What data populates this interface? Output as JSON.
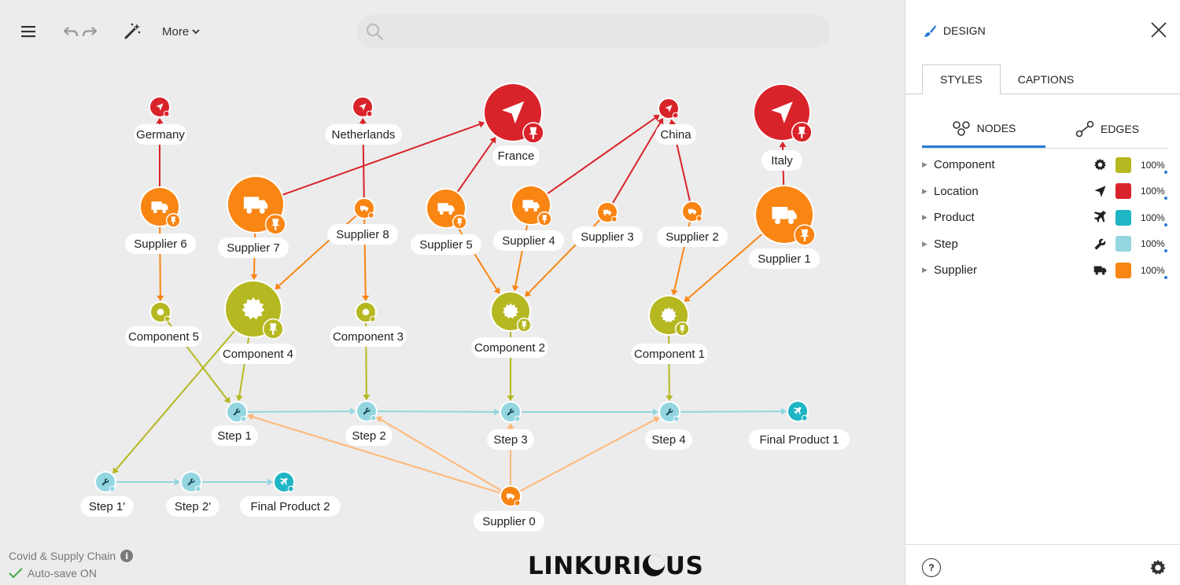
{
  "toolbar": {
    "more_label": "More",
    "search_placeholder": ""
  },
  "footer": {
    "project_name": "Covid & Supply Chain",
    "autosave": "Auto-save ON",
    "logo_a": "LINKURI",
    "logo_b": "US"
  },
  "panel": {
    "title": "DESIGN",
    "tabs": [
      {
        "label": "STYLES"
      },
      {
        "label": "CAPTIONS"
      }
    ],
    "subtabs": [
      {
        "label": "NODES"
      },
      {
        "label": "EDGES"
      }
    ],
    "categories": [
      {
        "name": "Component",
        "icon": "gear-icon",
        "color": "#b5b821",
        "percent": "100%"
      },
      {
        "name": "Location",
        "icon": "location-arrow-icon",
        "color": "#d9232a",
        "percent": "100%"
      },
      {
        "name": "Product",
        "icon": "airplane-icon",
        "color": "#1fb5c4",
        "percent": "100%"
      },
      {
        "name": "Step",
        "icon": "wrench-icon",
        "color": "#93d6e0",
        "percent": "100%"
      },
      {
        "name": "Supplier",
        "icon": "truck-icon",
        "color": "#f98513",
        "percent": "100%"
      }
    ]
  },
  "graph": {
    "colors": {
      "Component": "#b5b821",
      "Location": "#d9232a",
      "Product": "#1fb5c4",
      "Step": "#93d6e0",
      "Supplier": "#f98513"
    },
    "nodes": [
      {
        "id": "germany",
        "label": "Germany",
        "type": "Location"
      },
      {
        "id": "netherlands",
        "label": "Netherlands",
        "type": "Location"
      },
      {
        "id": "france",
        "label": "France",
        "type": "Location"
      },
      {
        "id": "china",
        "label": "China",
        "type": "Location"
      },
      {
        "id": "italy",
        "label": "Italy",
        "type": "Location"
      },
      {
        "id": "s6",
        "label": "Supplier 6",
        "type": "Supplier"
      },
      {
        "id": "s7",
        "label": "Supplier 7",
        "type": "Supplier"
      },
      {
        "id": "s8",
        "label": "Supplier 8",
        "type": "Supplier"
      },
      {
        "id": "s5",
        "label": "Supplier 5",
        "type": "Supplier"
      },
      {
        "id": "s4",
        "label": "Supplier 4",
        "type": "Supplier"
      },
      {
        "id": "s3",
        "label": "Supplier 3",
        "type": "Supplier"
      },
      {
        "id": "s2",
        "label": "Supplier 2",
        "type": "Supplier"
      },
      {
        "id": "s1",
        "label": "Supplier 1",
        "type": "Supplier"
      },
      {
        "id": "c5",
        "label": "Component 5",
        "type": "Component"
      },
      {
        "id": "c4",
        "label": "Component 4",
        "type": "Component"
      },
      {
        "id": "c3",
        "label": "Component 3",
        "type": "Component"
      },
      {
        "id": "c2",
        "label": "Component 2",
        "type": "Component"
      },
      {
        "id": "c1",
        "label": "Component 1",
        "type": "Component"
      },
      {
        "id": "st1",
        "label": "Step 1",
        "type": "Step"
      },
      {
        "id": "st2",
        "label": "Step 2",
        "type": "Step"
      },
      {
        "id": "st3",
        "label": "Step 3",
        "type": "Step"
      },
      {
        "id": "st4",
        "label": "Step 4",
        "type": "Step"
      },
      {
        "id": "fp1",
        "label": "Final Product 1",
        "type": "Product"
      },
      {
        "id": "st1p",
        "label": "Step 1'",
        "type": "Step"
      },
      {
        "id": "st2p",
        "label": "Step 2'",
        "type": "Step"
      },
      {
        "id": "fp2",
        "label": "Final Product 2",
        "type": "Product"
      },
      {
        "id": "s0",
        "label": "Supplier 0",
        "type": "Supplier"
      }
    ],
    "edges": [
      [
        "s6",
        "germany"
      ],
      [
        "s8",
        "netherlands"
      ],
      [
        "s7",
        "france"
      ],
      [
        "s5",
        "france"
      ],
      [
        "s4",
        "china"
      ],
      [
        "s3",
        "china"
      ],
      [
        "s2",
        "china"
      ],
      [
        "s1",
        "italy"
      ],
      [
        "s6",
        "c5"
      ],
      [
        "s7",
        "c4"
      ],
      [
        "s8",
        "c4"
      ],
      [
        "s8",
        "c3"
      ],
      [
        "s5",
        "c2"
      ],
      [
        "s4",
        "c2"
      ],
      [
        "s3",
        "c2"
      ],
      [
        "s2",
        "c1"
      ],
      [
        "s1",
        "c1"
      ],
      [
        "c5",
        "st1"
      ],
      [
        "c4",
        "st1"
      ],
      [
        "c4",
        "st1p"
      ],
      [
        "c3",
        "st2"
      ],
      [
        "c2",
        "st3"
      ],
      [
        "c1",
        "st4"
      ],
      [
        "st1",
        "st2"
      ],
      [
        "st2",
        "st3"
      ],
      [
        "st3",
        "st4"
      ],
      [
        "st4",
        "fp1"
      ],
      [
        "st1p",
        "st2p"
      ],
      [
        "st2p",
        "fp2"
      ],
      [
        "s0",
        "st1"
      ],
      [
        "s0",
        "st2"
      ],
      [
        "s0",
        "st3"
      ],
      [
        "s0",
        "st4"
      ]
    ]
  }
}
